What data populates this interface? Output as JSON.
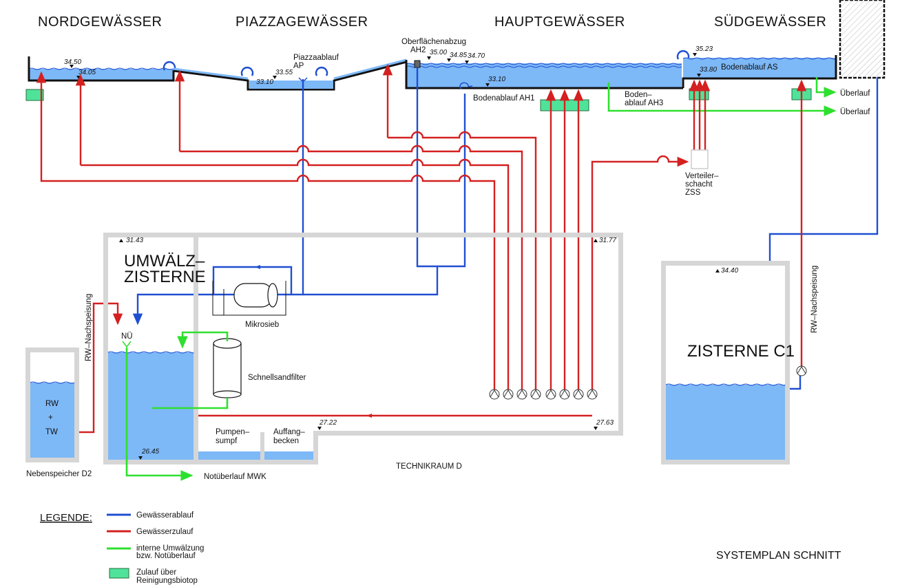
{
  "headings": {
    "nord": "NORDGEWÄSSER",
    "piazza": "PIAZZAGEWÄSSER",
    "haupt": "HAUPTGEWÄSSER",
    "sued": "SÜDGEWÄSSER"
  },
  "labels": {
    "piazzaablauf": "Piazzaablauf",
    "piazzaablauf_code": "AP",
    "oberflaechenabzug": "Oberflächenabzug",
    "oberflaechenabzug_code": "AH2",
    "bodenablauf_ah1": "Bodenablauf  AH1",
    "bodenablauf_ah3_line1": "Boden–",
    "bodenablauf_ah3_line2": "ablauf  AH3",
    "bodenablauf_as": "Bodenablauf  AS",
    "ueberlauf_1": "Überlauf",
    "ueberlauf_2": "Überlauf",
    "verteiler_line1": "Verteiler–",
    "verteiler_line2": "schacht",
    "verteiler_line3": "ZSS",
    "umwaelz_line1": "UMWÄLZ–",
    "umwaelz_line2": "ZISTERNE",
    "mikrosieb": "Mikrosieb",
    "schnellsandfilter": "Schnellsandfilter",
    "nue": "NÜ",
    "rw_nachspeisung_left": "RW–Nachspeisung",
    "rw_nachspeisung_right": "RW–Nachspeisung",
    "rw": "RW",
    "plus": "+",
    "tw": "TW",
    "nebenspeicher": "Nebenspeicher  D2",
    "pumpensumpf_line1": "Pumpen–",
    "pumpensumpf_line2": "sumpf",
    "auffang_line1": "Auffang–",
    "auffang_line2": "becken",
    "notueberlauf": "Notüberlauf  MWK",
    "technikraum": "TECHNIKRAUM  D",
    "zisterne_c1": "ZISTERNE  C1",
    "systemplan": "SYSTEMPLAN  SCHNITT"
  },
  "elevations": {
    "nord_top": "34.50",
    "nord_bottom": "34.05",
    "piazza_top": "33.55",
    "piazza_bottom": "33.10",
    "haupt_1": "35.00",
    "haupt_2": "34.85",
    "haupt_3": "34.70",
    "haupt_bottom": "33.10",
    "sued_top": "35.23",
    "sued_bottom": "33.80",
    "umwaelz_top": "31.43",
    "umwaelz_bottom": "26.45",
    "technik_top": "31.77",
    "technik_floor_left": "27.22",
    "technik_floor_right": "27.63",
    "zisterne_top": "34.40"
  },
  "legend": {
    "title": "LEGENDE:",
    "items": [
      {
        "label": "Gewässerablauf",
        "color": "#1f4fd1",
        "kind": "line"
      },
      {
        "label": "Gewässerzulauf",
        "color": "#d42020",
        "kind": "line"
      },
      {
        "label_line1": "interne  Umwälzung",
        "label_line2": "bzw.  Notüberlauf",
        "color": "#2ee02e",
        "kind": "line"
      },
      {
        "label_line1": "Zulauf  über",
        "label_line2": "Reinigungsbiotop",
        "color": "#4fe39a",
        "kind": "box"
      }
    ]
  },
  "colors": {
    "ablauf": "#1f4fd1",
    "zulauf": "#d42020",
    "umwaelzung": "#2ee02e",
    "water": "#7db8f7",
    "biotop": "#4fe39a",
    "wall": "#d6d6d6"
  },
  "pump_count_technikraum": 8
}
